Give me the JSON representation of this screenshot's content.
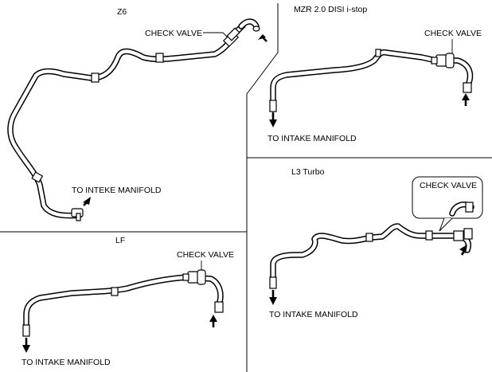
{
  "panels": [
    {
      "id": "z6",
      "title": "Z6",
      "check_valve": "CHECK VALVE",
      "destination": "TO INTEKE MANIFOLD"
    },
    {
      "id": "mzr",
      "title": "MZR 2.0 DISI i-stop",
      "check_valve": "CHECK VALVE",
      "destination": "TO INTAKE MANIFOLD"
    },
    {
      "id": "lf",
      "title": "LF",
      "check_valve": "CHECK VALVE",
      "destination": "TO INTAKE MANIFOLD"
    },
    {
      "id": "l3",
      "title": "L3 Turbo",
      "check_valve": "CHECK VALVE",
      "destination": "TO INTAKE MANIFOLD"
    }
  ]
}
